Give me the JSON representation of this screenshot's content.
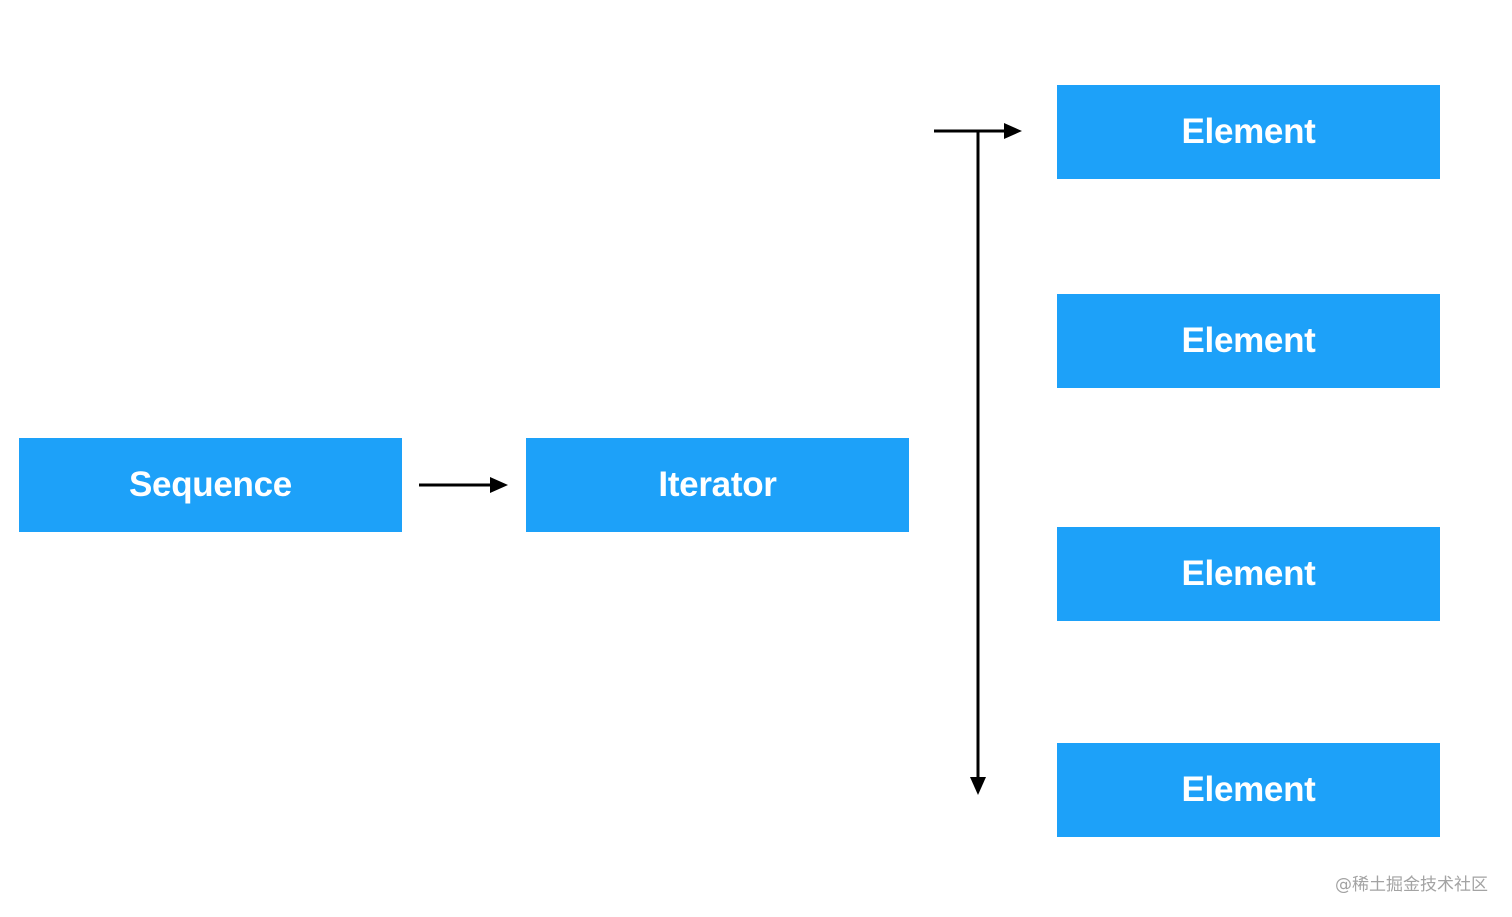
{
  "diagram": {
    "nodes": {
      "sequence": "Sequence",
      "iterator": "Iterator",
      "elements": [
        "Element",
        "Element",
        "Element",
        "Element"
      ]
    },
    "edges": [
      {
        "from": "Sequence",
        "to": "Iterator"
      },
      {
        "from": "Iterator",
        "to": "Element"
      }
    ],
    "colors": {
      "box_fill": "#1da1f9",
      "box_text": "#ffffff",
      "arrow": "#000000"
    }
  },
  "watermark": "@稀土掘金技术社区"
}
